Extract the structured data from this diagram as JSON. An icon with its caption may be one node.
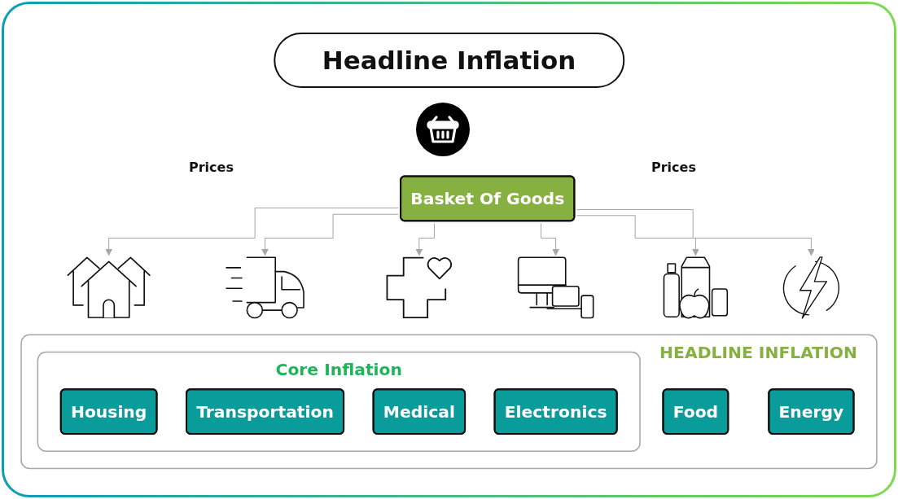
{
  "diagram": {
    "title": "Headline Inflation",
    "nodes": [
      {
        "text": [
          "Basket Of Goods"
        ]
      },
      {
        "text": [],
        "shape": "picture"
      },
      {
        "text": [],
        "shape": "picture"
      },
      {
        "text": [],
        "shape": "picture"
      },
      {
        "text": [],
        "shape": "picture"
      },
      {
        "text": [],
        "shape": "picture"
      },
      {
        "text": [],
        "shape": "picture"
      },
      {
        "text": [
          "HEADLINE INFLATION"
        ]
      },
      {
        "text": [
          "Core Inflation"
        ],
        "in": 7
      },
      {
        "text": [
          "Housing"
        ],
        "in": 8
      },
      {
        "text": [
          "Transportation"
        ],
        "in": 8
      },
      {
        "text": [
          "Medical"
        ],
        "in": 8
      },
      {
        "text": [
          "Electronics"
        ],
        "in": 8
      },
      {
        "text": [
          "Food"
        ],
        "in": 7
      },
      {
        "text": [
          "Energy"
        ],
        "in": 7
      }
    ],
    "edges": [
      {
        "from": 0,
        "to": 1,
        "arrow": "to"
      },
      {
        "from": 0,
        "to": 2,
        "arrow": "to"
      },
      {
        "from": 0,
        "to": 3,
        "arrow": "to"
      },
      {
        "from": 0,
        "to": 4,
        "arrow": "to"
      },
      {
        "from": 0,
        "to": 5,
        "arrow": "to"
      },
      {
        "from": 0,
        "to": 6,
        "arrow": "to"
      }
    ],
    "labels": [
      "Prices",
      "Prices"
    ]
  }
}
